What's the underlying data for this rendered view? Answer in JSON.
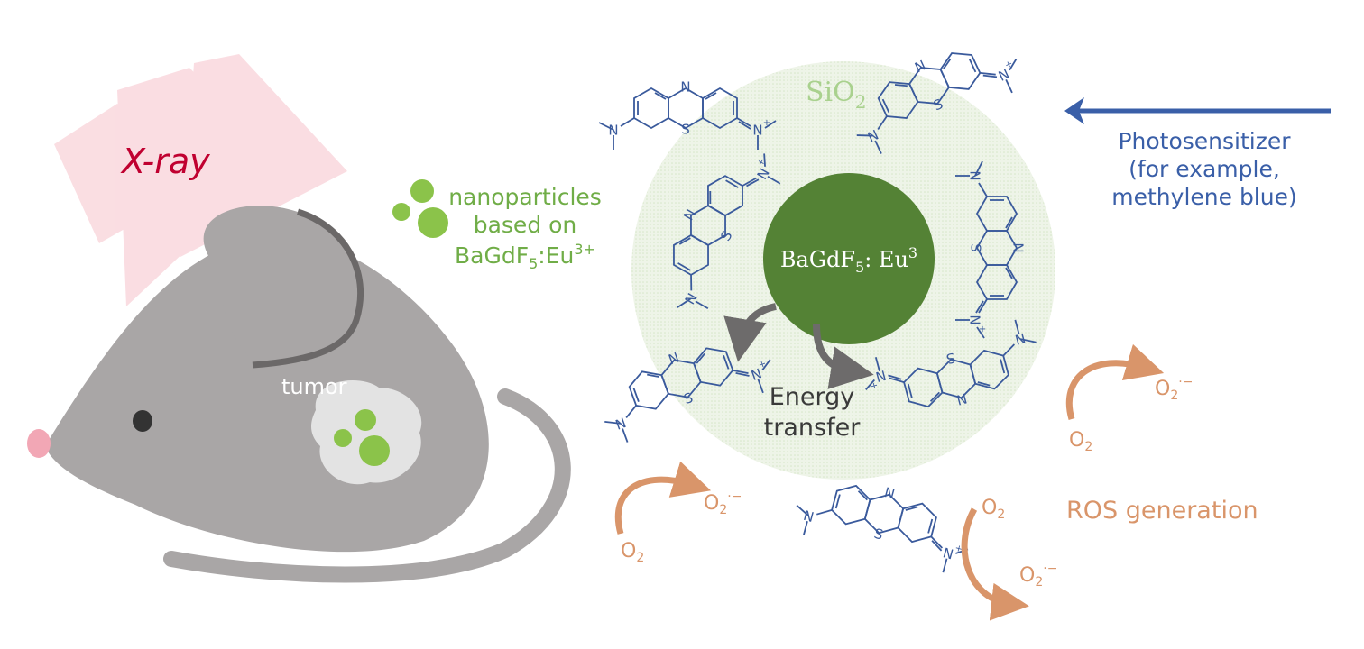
{
  "xray_label": "X-ray",
  "tumor_label": "tumor",
  "nanoparticles": {
    "line1": "nanoparticles",
    "line2": "based on",
    "line3_main": "BaGdF",
    "line3_sub": "5",
    "line3_rest": ":Eu",
    "line3_sup": "3+"
  },
  "shell_label": {
    "main": "SiO",
    "sub": "2"
  },
  "core_label": {
    "main": "BaGdF",
    "sub": "5",
    "rest": ": Eu",
    "sup": "3"
  },
  "energy_transfer": {
    "line1": "Energy",
    "line2": "transfer"
  },
  "photosensitizer": {
    "line1": "Photosensitizer",
    "line2": "(for example,",
    "line3": "methylene blue)"
  },
  "ros_label": "ROS generation",
  "oxygen": {
    "main": "O",
    "sub": "2"
  },
  "superoxide": {
    "main": "O",
    "sub": "2",
    "sup": "·−"
  },
  "atoms": {
    "n": "N",
    "s": "S",
    "n_plus": "N",
    "plus": "+"
  },
  "colors": {
    "mouse": "#a9a6a6",
    "nanoparticle": "#8bc34a",
    "core": "#548235",
    "shell": "#e3eedb",
    "molecule": "#3a5a9c",
    "ros": "#d9956a",
    "xray": "#c00030"
  }
}
